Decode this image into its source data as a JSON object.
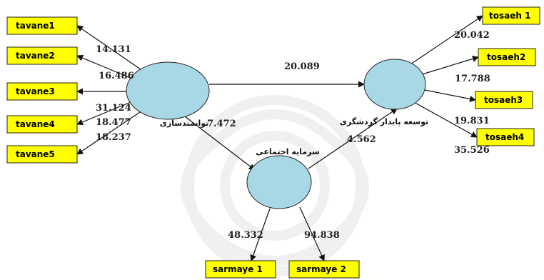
{
  "latent": {
    "tavanmandsazi": {
      "label": "توانمندسازی",
      "fill": "#a8d8e6"
    },
    "tosaeh": {
      "label": "توسعه پایدار گردشگری",
      "fill": "#a8d8e6"
    },
    "sarmaye": {
      "label": "سرمایه اجتماعی",
      "fill": "#a8d8e6"
    }
  },
  "indicators": {
    "fill": "#ffff00",
    "tavane": [
      "tavane1",
      "tavane2",
      "tavane3",
      "tavane4",
      "tavane5"
    ],
    "tosaeh": [
      "tosaeh 1",
      "tosaeh2",
      "tosaeh3",
      "tosaeh4"
    ],
    "sarmaye": [
      "sarmaye 1",
      "sarmaye 2"
    ]
  },
  "coefficients": {
    "tavane": [
      "14.131",
      "16.486",
      "31.124",
      "18.477",
      "18.237"
    ],
    "tosaeh": [
      "20.042",
      "17.788",
      "19.831",
      "35.526"
    ],
    "sarmaye": [
      "48.332",
      "94.838"
    ],
    "tavan_to_tosaeh": "20.089",
    "tavan_to_sarmaye": "7.472",
    "sarmaye_to_tosaeh": "4.562"
  }
}
